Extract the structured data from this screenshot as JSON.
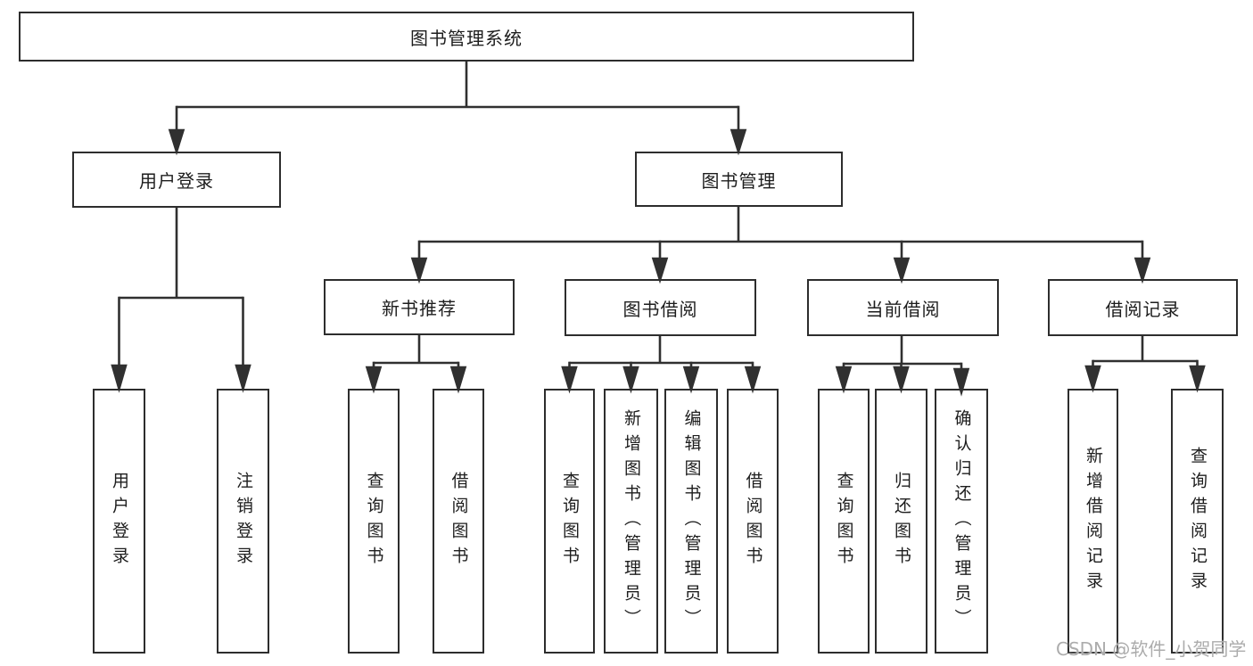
{
  "tree": {
    "root": "图书管理系统",
    "branches": [
      {
        "label": "用户登录",
        "leaves": [
          "用户登录",
          "注销登录"
        ]
      },
      {
        "label": "图书管理",
        "sections": [
          {
            "label": "新书推荐",
            "leaves": [
              "查询图书",
              "借阅图书"
            ]
          },
          {
            "label": "图书借阅",
            "leaves": [
              "查询图书",
              "新增图书（管理员）",
              "编辑图书（管理员）",
              "借阅图书"
            ]
          },
          {
            "label": "当前借阅",
            "leaves": [
              "查询图书",
              "归还图书",
              "确认归还（管理员）"
            ]
          },
          {
            "label": "借阅记录",
            "leaves": [
              "新增借阅记录",
              "查询借阅记录"
            ]
          }
        ]
      }
    ]
  },
  "colors": {
    "line": "#303030",
    "border": "#2d2d2d",
    "text": "#1d1d1d",
    "watermark": "#acacac",
    "background": "#ffffff"
  },
  "watermark": "CSDN @软件_小贺同学"
}
